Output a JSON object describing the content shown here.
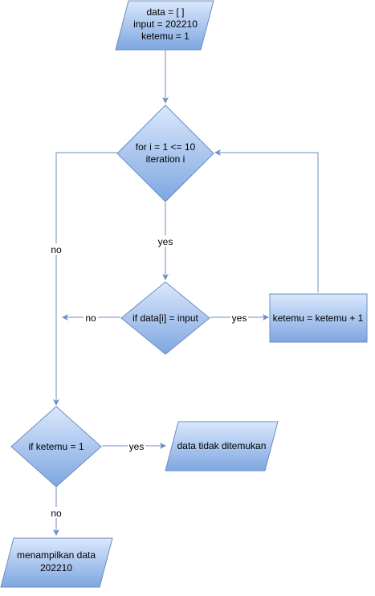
{
  "nodes": {
    "init": [
      "data = [ ]",
      "input = 202210",
      "ketemu = 1"
    ],
    "loop": [
      "for i = 1 <= 10",
      "iteration i"
    ],
    "check": [
      "if data[i] = input"
    ],
    "increment": [
      "ketemu = ketemu + 1"
    ],
    "found_check": [
      "if ketemu = 1"
    ],
    "not_found": [
      "data tidak ditemukan"
    ],
    "show": [
      "menampilkan data",
      "202210"
    ]
  },
  "edges": {
    "loop_no": "no",
    "loop_yes": "yes",
    "check_no": "no",
    "check_yes": "yes",
    "found_yes": "yes",
    "found_no": "no"
  },
  "colors": {
    "fill_top": "#dae8fc",
    "fill_bottom": "#7ea6e0",
    "stroke": "#6c8ebf",
    "edge": "#6c8ebf"
  }
}
